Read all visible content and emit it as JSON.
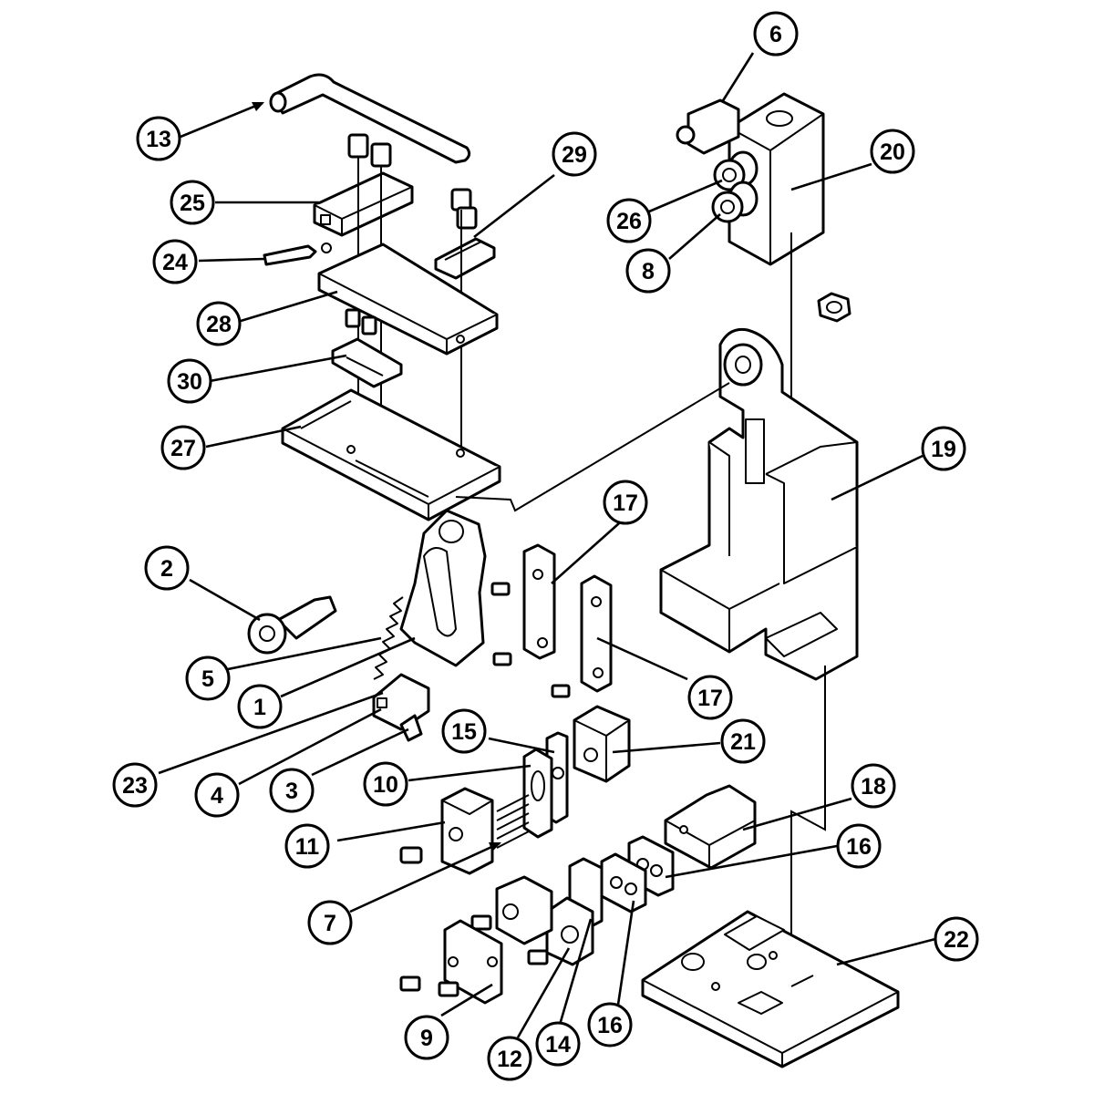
{
  "callouts": [
    {
      "id": "callout-1",
      "label": "1"
    },
    {
      "id": "callout-2",
      "label": "2"
    },
    {
      "id": "callout-3",
      "label": "3"
    },
    {
      "id": "callout-4",
      "label": "4"
    },
    {
      "id": "callout-5",
      "label": "5"
    },
    {
      "id": "callout-6",
      "label": "6"
    },
    {
      "id": "callout-7",
      "label": "7"
    },
    {
      "id": "callout-8",
      "label": "8"
    },
    {
      "id": "callout-9",
      "label": "9"
    },
    {
      "id": "callout-10",
      "label": "10"
    },
    {
      "id": "callout-11",
      "label": "11"
    },
    {
      "id": "callout-12",
      "label": "12"
    },
    {
      "id": "callout-13",
      "label": "13"
    },
    {
      "id": "callout-14",
      "label": "14"
    },
    {
      "id": "callout-15",
      "label": "15"
    },
    {
      "id": "callout-16a",
      "label": "16"
    },
    {
      "id": "callout-16b",
      "label": "16"
    },
    {
      "id": "callout-17a",
      "label": "17"
    },
    {
      "id": "callout-17b",
      "label": "17"
    },
    {
      "id": "callout-18",
      "label": "18"
    },
    {
      "id": "callout-19",
      "label": "19"
    },
    {
      "id": "callout-20",
      "label": "20"
    },
    {
      "id": "callout-21",
      "label": "21"
    },
    {
      "id": "callout-22",
      "label": "22"
    },
    {
      "id": "callout-23",
      "label": "23"
    },
    {
      "id": "callout-24",
      "label": "24"
    },
    {
      "id": "callout-25",
      "label": "25"
    },
    {
      "id": "callout-26",
      "label": "26"
    },
    {
      "id": "callout-27",
      "label": "27"
    },
    {
      "id": "callout-28",
      "label": "28"
    },
    {
      "id": "callout-29",
      "label": "29"
    },
    {
      "id": "callout-30",
      "label": "30"
    }
  ]
}
